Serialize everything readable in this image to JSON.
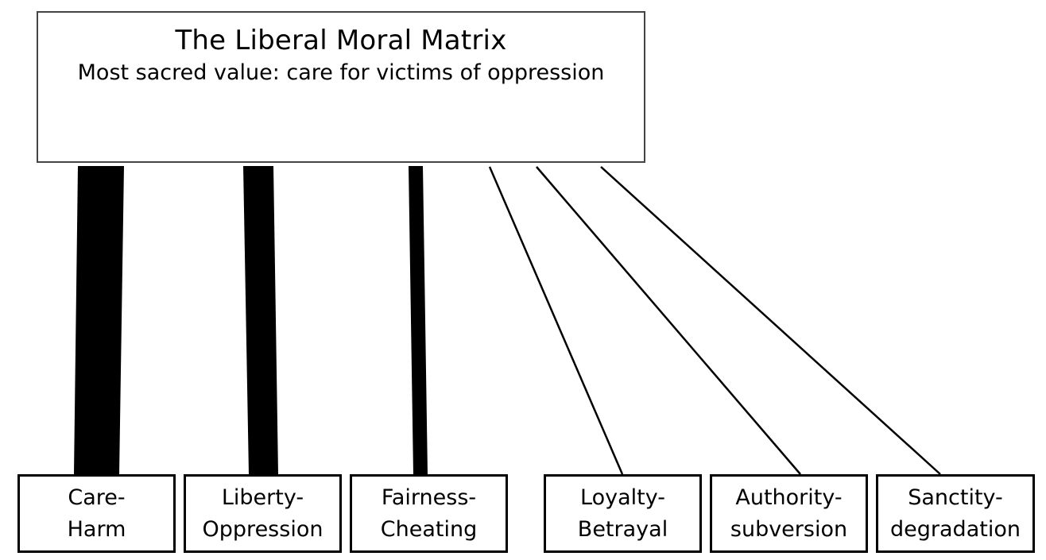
{
  "matrix": {
    "title": "The Liberal Moral Matrix",
    "subtitle": "Most sacred value:  care for victims of oppression"
  },
  "foundations": [
    {
      "line1": "Care-",
      "line2": "Harm",
      "emphasis": "heavy"
    },
    {
      "line1": "Liberty-",
      "line2": "Oppression",
      "emphasis": "heavy"
    },
    {
      "line1": "Fairness-",
      "line2": "Cheating",
      "emphasis": "medium"
    },
    {
      "line1": "Loyalty-",
      "line2": "Betrayal",
      "emphasis": "thin"
    },
    {
      "line1": "Authority-",
      "line2": "subversion",
      "emphasis": "thin"
    },
    {
      "line1": "Sanctity-",
      "line2": "degradation",
      "emphasis": "thin"
    }
  ],
  "colors": {
    "line": "#000000",
    "box_border": "#444444",
    "background": "#ffffff"
  }
}
